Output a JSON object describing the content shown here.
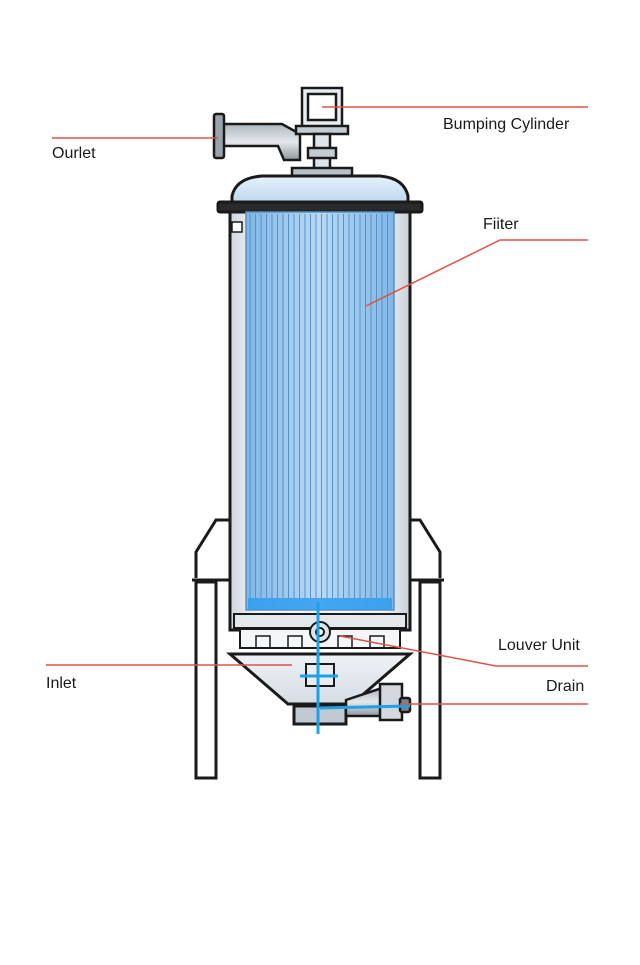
{
  "labels": {
    "outlet": "Ourlet",
    "bumping_cylinder": "Bumping Cylinder",
    "filter": "Fiiter",
    "louver_unit": "Louver Unit",
    "inlet": "Inlet",
    "drain": "Drain"
  },
  "colors": {
    "leader_line": "#e0524a",
    "outline": "#1a1a1a",
    "filter_blue": "#9cc8ee",
    "flow_blue": "#1ea0ea",
    "shell_grey": "#e8ecf0"
  }
}
